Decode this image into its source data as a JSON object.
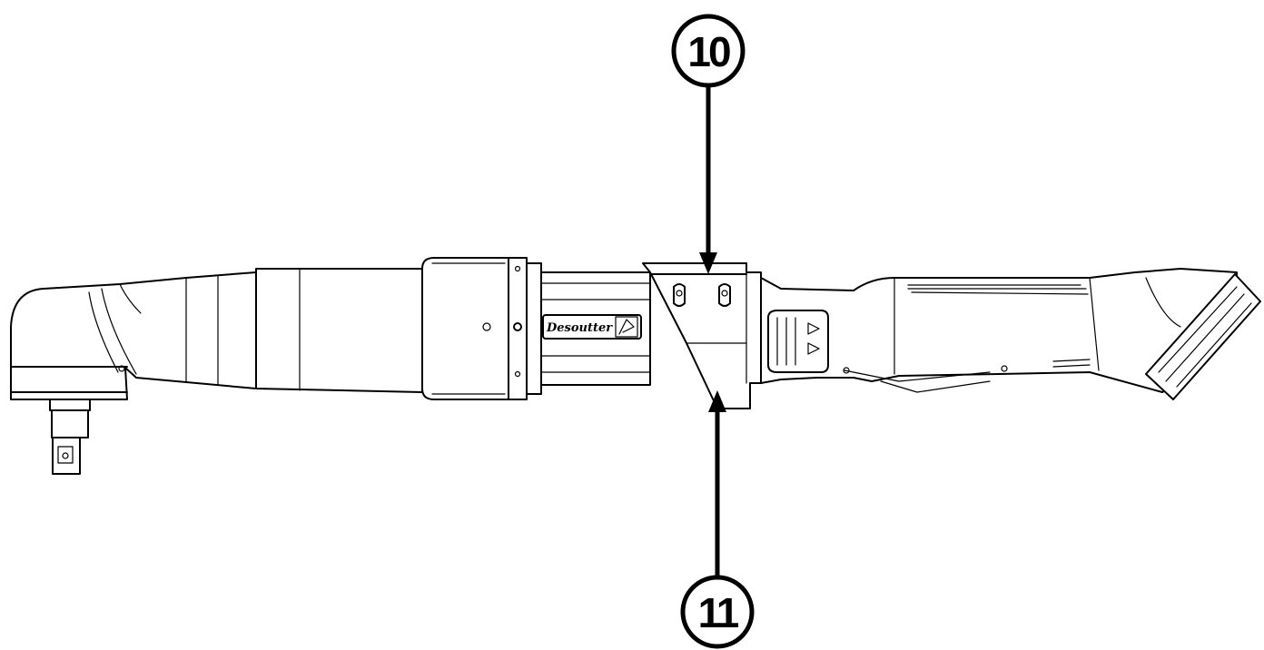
{
  "diagram": {
    "subject": "angle-head-cordless-nutrunner",
    "brand_logo": "Desoutter",
    "callouts": [
      {
        "id": "callout-10",
        "label": "10"
      },
      {
        "id": "callout-11",
        "label": "11"
      }
    ],
    "colors": {
      "line": "#000000",
      "background": "#ffffff"
    }
  }
}
